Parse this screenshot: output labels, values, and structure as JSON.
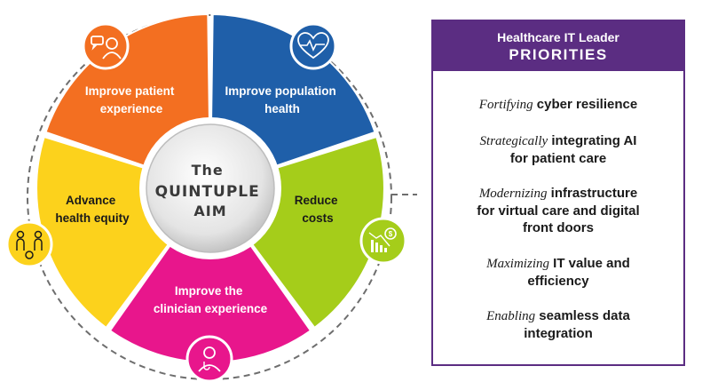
{
  "wheel": {
    "center_line1": "The",
    "center_line2": "QUINTUPLE",
    "center_line3": "AIM",
    "segments": [
      {
        "lines": [
          "Improve patient",
          "experience"
        ],
        "color": "#f36f21",
        "icon": "chat-person-icon"
      },
      {
        "lines": [
          "Improve population",
          "health"
        ],
        "color": "#1f5fa9",
        "icon": "heart-pulse-icon"
      },
      {
        "lines": [
          "Reduce",
          "costs"
        ],
        "color": "#a5cd1a",
        "icon": "cost-down-chart-icon"
      },
      {
        "lines": [
          "Improve the",
          "clinician experience"
        ],
        "color": "#e8168c",
        "icon": "clinician-icon"
      },
      {
        "lines": [
          "Advance",
          "health equity"
        ],
        "color": "#fcd21c",
        "icon": "equity-people-icon"
      }
    ]
  },
  "panel": {
    "subtitle": "Healthcare IT Leader",
    "title": "PRIORITIES",
    "accent": "#5b2d82",
    "items": [
      {
        "lead": "Fortifying",
        "lines": [
          " cyber resilience"
        ]
      },
      {
        "lead": "Strategically",
        "lines": [
          " integrating AI",
          "for patient care"
        ]
      },
      {
        "lead": "Modernizing",
        "lines": [
          " infrastructure",
          "for virtual care and digital",
          "front doors"
        ]
      },
      {
        "lead": "Maximizing",
        "lines": [
          " IT value and",
          "efficiency"
        ]
      },
      {
        "lead": "Enabling",
        "lines": [
          " seamless data",
          "integration"
        ]
      }
    ]
  }
}
